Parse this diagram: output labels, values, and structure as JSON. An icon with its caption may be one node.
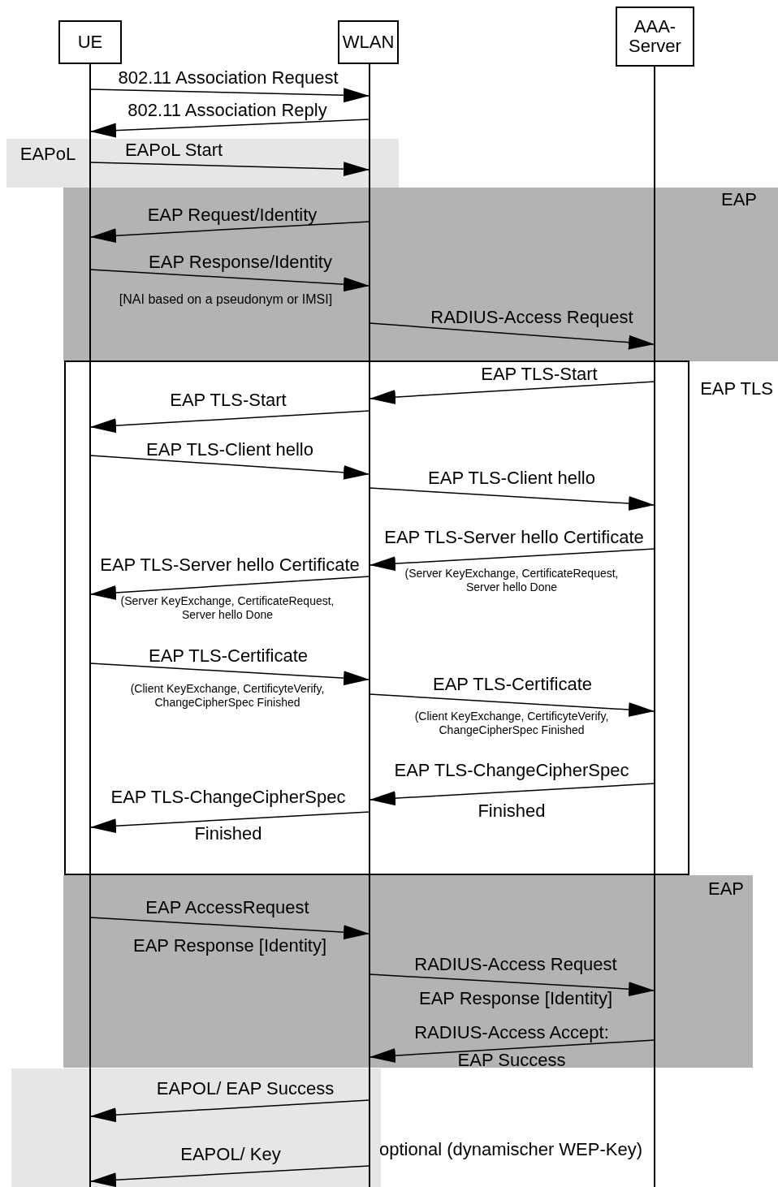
{
  "diagram": {
    "nodes": [
      {
        "text": [
          "UE"
        ]
      },
      {
        "text": [
          "WLAN"
        ]
      },
      {
        "text": [
          "AAA-Server"
        ]
      }
    ],
    "edges": [
      {
        "from": 0,
        "to": 1,
        "arrow": "to",
        "label": "802.11 Association Request"
      },
      {
        "from": 1,
        "to": 0,
        "arrow": "to",
        "label": "802.11 Association Reply"
      },
      {
        "from": 0,
        "to": 1,
        "arrow": "to",
        "label": "EAPoL Start"
      },
      {
        "from": 1,
        "to": 0,
        "arrow": "to",
        "label": "EAP Request/Identity"
      },
      {
        "from": 0,
        "to": 1,
        "arrow": "to",
        "label": "EAP Response/Identity"
      },
      {
        "from": 1,
        "to": 2,
        "arrow": "to",
        "label": "RADIUS-Access Request"
      },
      {
        "from": 2,
        "to": 1,
        "arrow": "to",
        "label": "EAP TLS-Start"
      },
      {
        "from": 1,
        "to": 0,
        "arrow": "to",
        "label": "EAP TLS-Start"
      },
      {
        "from": 0,
        "to": 1,
        "arrow": "to",
        "label": "EAP TLS-Client hello"
      },
      {
        "from": 1,
        "to": 2,
        "arrow": "to",
        "label": "EAP TLS-Client hello"
      },
      {
        "from": 2,
        "to": 1,
        "arrow": "to",
        "label": "EAP TLS-Server hello Certificate"
      },
      {
        "from": 1,
        "to": 0,
        "arrow": "to",
        "label": "EAP TLS-Server hello Certificate"
      },
      {
        "from": 0,
        "to": 1,
        "arrow": "to",
        "label": "EAP TLS-Certificate"
      },
      {
        "from": 1,
        "to": 2,
        "arrow": "to",
        "label": "EAP TLS-Certificate"
      },
      {
        "from": 2,
        "to": 1,
        "arrow": "to",
        "label": "EAP TLS-ChangeCipherSpec"
      },
      {
        "from": 1,
        "to": 0,
        "arrow": "to",
        "label": "EAP TLS-ChangeCipherSpec"
      },
      {
        "from": 0,
        "to": 1,
        "arrow": "to",
        "label": "EAP AccessRequest"
      },
      {
        "from": 1,
        "to": 2,
        "arrow": "to",
        "label": "RADIUS-Access Request"
      },
      {
        "from": 2,
        "to": 1,
        "arrow": "to",
        "label": "RADIUS-Access Accept:"
      },
      {
        "from": 1,
        "to": 0,
        "arrow": "to",
        "label": "EAPOL/ EAP Success"
      },
      {
        "from": 1,
        "to": 0,
        "arrow": "to",
        "label": "EAPOL/ Key"
      }
    ],
    "labels": [
      "EAPoL",
      "EAP",
      "[NAI based on a pseudonym or IMSI]",
      "EAP TLS",
      "(Server KeyExchange, CertificateRequest, Server hello Done",
      "(Server KeyExchange, CertificateRequest, Server hello Done",
      "(Client KeyExchange, CertificyteVerify, ChangeCipherSpec Finished",
      "(Client KeyExchange, CertificyteVerify, ChangeCipherSpec Finished",
      "Finished",
      "Finished",
      "EAP",
      "EAP Response [Identity]",
      "EAP Response [Identity]",
      "EAP Success",
      "optional (dynamischer WEP-Key)"
    ]
  }
}
